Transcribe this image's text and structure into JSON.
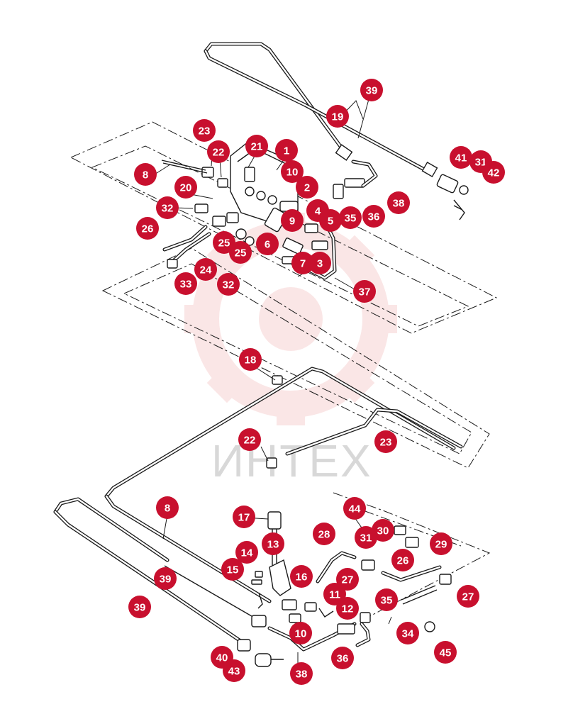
{
  "watermark": {
    "text": "ИНТЕХ",
    "color": "#d8d8d8",
    "logo_color": "#f3b9b9"
  },
  "accent_color": "#c8102e",
  "callouts": [
    {
      "n": "39"
    },
    {
      "n": "19"
    },
    {
      "n": "23"
    },
    {
      "n": "21"
    },
    {
      "n": "1"
    },
    {
      "n": "22"
    },
    {
      "n": "8"
    },
    {
      "n": "10"
    },
    {
      "n": "41"
    },
    {
      "n": "31"
    },
    {
      "n": "42"
    },
    {
      "n": "20"
    },
    {
      "n": "2"
    },
    {
      "n": "32"
    },
    {
      "n": "38"
    },
    {
      "n": "4"
    },
    {
      "n": "9"
    },
    {
      "n": "35"
    },
    {
      "n": "36"
    },
    {
      "n": "5"
    },
    {
      "n": "26"
    },
    {
      "n": "25"
    },
    {
      "n": "6"
    },
    {
      "n": "25"
    },
    {
      "n": "7"
    },
    {
      "n": "3"
    },
    {
      "n": "24"
    },
    {
      "n": "33"
    },
    {
      "n": "32"
    },
    {
      "n": "37"
    },
    {
      "n": "18"
    },
    {
      "n": "23"
    },
    {
      "n": "22"
    },
    {
      "n": "8"
    },
    {
      "n": "17"
    },
    {
      "n": "44"
    },
    {
      "n": "30"
    },
    {
      "n": "28"
    },
    {
      "n": "31"
    },
    {
      "n": "13"
    },
    {
      "n": "29"
    },
    {
      "n": "14"
    },
    {
      "n": "26"
    },
    {
      "n": "15"
    },
    {
      "n": "16"
    },
    {
      "n": "27"
    },
    {
      "n": "39"
    },
    {
      "n": "27"
    },
    {
      "n": "11"
    },
    {
      "n": "35"
    },
    {
      "n": "12"
    },
    {
      "n": "39"
    },
    {
      "n": "34"
    },
    {
      "n": "10"
    },
    {
      "n": "45"
    },
    {
      "n": "36"
    },
    {
      "n": "40"
    },
    {
      "n": "43"
    },
    {
      "n": "38"
    }
  ]
}
